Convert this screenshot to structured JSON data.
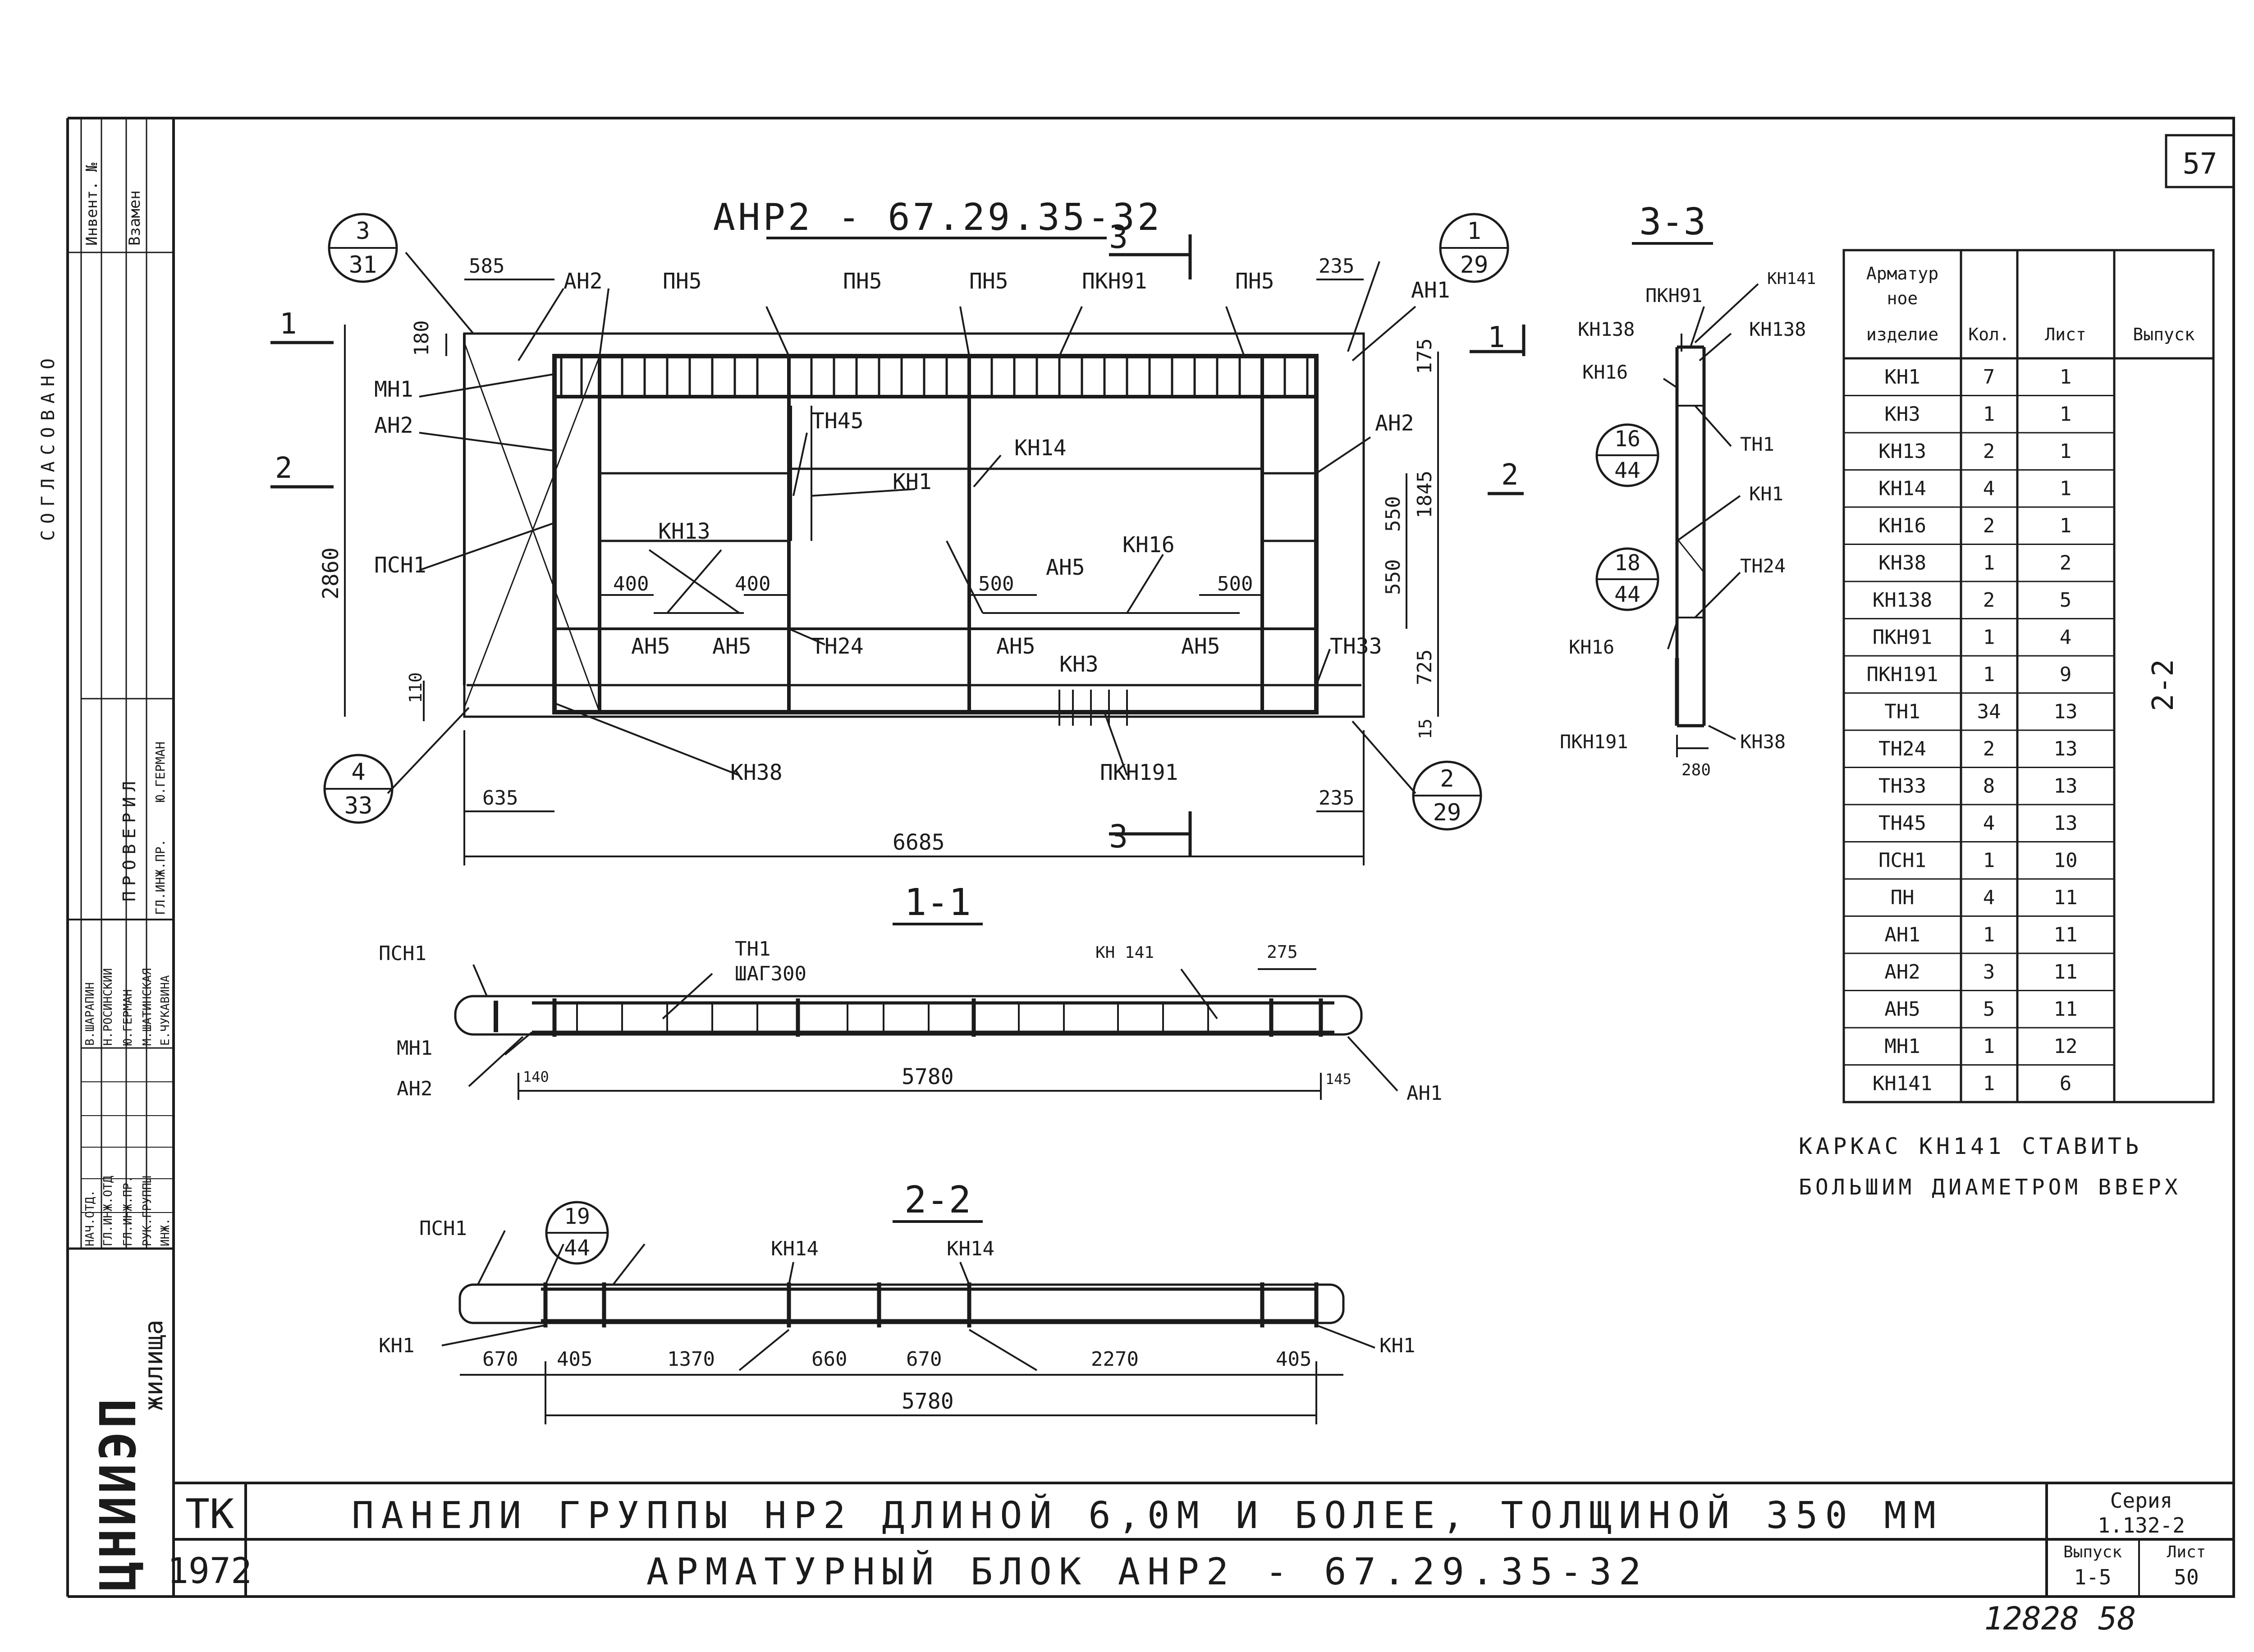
{
  "sheet": {
    "page_number": "57",
    "main_title": "АНР2 - 67.29.35-32",
    "footer_number": "12828 58",
    "side_labels": [
      "ЦНИИЭП",
      "жилища"
    ],
    "stamp_left_block": [
      "Инвент. №",
      "Взамен"
    ],
    "stamp_vertical": [
      "СОГЛАСОВАНО"
    ],
    "stamp_roles": [
      "НАЧ.ОТД.",
      "ГЛ.ИНЖ.ОТД",
      "ГЛ.ИНЖ.ПР.",
      "РУК.ГРУППЫ",
      "ИНЖ."
    ],
    "stamp_names": [
      "В.ШАРАПИН",
      "Н.РОСИНСКИЙ",
      "Ю.ГЕРМАН",
      "М.ШАТИНСКАЯ",
      "Е.ЧУКАВИНА"
    ],
    "stamp_checked": [
      "ПРОВЕРИЛ",
      "ГЛ.ИНЖ.ПР.",
      "Ю.ГЕРМАН"
    ]
  },
  "title_block": {
    "tk": "ТК",
    "year": "1972",
    "line1": "ПАНЕЛИ ГРУППЫ НР2 ДЛИНОЙ 6,0М И БОЛЕЕ, ТОЛЩИНОЙ 350 ММ",
    "line2": "АРМАТУРНЫЙ БЛОК АНР2 - 67.29.35-32",
    "series_label": "Серия",
    "series_value": "1.132-2",
    "issue_label": "Выпуск",
    "issue_value": "1-5",
    "sheet_label": "Лист",
    "sheet_value": "50"
  },
  "main_view": {
    "callouts": {
      "c1": {
        "top": "3",
        "bottom": "31"
      },
      "c2": {
        "top": "1",
        "bottom": "29"
      },
      "c3": {
        "top": "4",
        "bottom": "33"
      },
      "c4": {
        "top": "2",
        "bottom": "29"
      }
    },
    "labels": {
      "ah2_top": "АН2",
      "pn5_a": "ПН5",
      "pn5_b": "ПН5",
      "pn5_c": "ПН5",
      "pn5_d": "ПН5",
      "pkn91": "ПКН91",
      "ah1": "АН1",
      "mh1": "МН1",
      "ah2_left": "АН2",
      "pch1": "ПСН1",
      "th45": "ТН45",
      "kh14": "КН14",
      "kh1": "КН1",
      "kh13": "КН13",
      "kh16": "КН16",
      "ah2_right": "АН2",
      "ah5_a": "АН5",
      "ah5_b": "АН5",
      "ah5_c": "АН5",
      "ah5_d": "АН5",
      "th24": "ТН24",
      "kh3": "КН3",
      "th33": "ТН33",
      "kh38": "КН38",
      "pkn191": "ПКН191",
      "sec1_top": "1",
      "sec1_bot": "1",
      "sec2_top": "2",
      "sec2_right": "2",
      "sec3_top": "3",
      "sec3_bot": "3"
    },
    "dims": {
      "d585": "585",
      "d235a": "235",
      "d180": "180",
      "d175": "175",
      "d2860": "2860",
      "d550a": "550",
      "d550b": "550",
      "d1845": "1845",
      "d400a": "400",
      "d400b": "400",
      "d500a": "500",
      "d500b": "500",
      "d725": "725",
      "d110": "110",
      "d15": "15",
      "d635": "635",
      "d235b": "235",
      "d6685": "6685"
    }
  },
  "section_3_3": {
    "title": "3-3",
    "callouts": {
      "c1": {
        "top": "16",
        "bottom": "44"
      },
      "c2": {
        "top": "18",
        "bottom": "44"
      }
    },
    "labels": {
      "pkn91": "ПКН91",
      "kh141": "КН141",
      "kh138a": "КН138",
      "kh138b": "КН138",
      "kh16a": "КН16",
      "th1": "ТН1",
      "kh1": "КН1",
      "th24": "ТН24",
      "kh16b": "КН16",
      "pkn191": "ПКН191",
      "kh38": "КН38",
      "d280": "280"
    }
  },
  "section_1_1": {
    "title": "1-1",
    "labels": {
      "pch1": "ПСН1",
      "th1": "ТН1",
      "step": "ШАГ300",
      "kh141": "КН 141",
      "d275": "275",
      "mh1": "МН1",
      "ah2": "АН2",
      "d140": "140",
      "d5780": "5780",
      "d145": "145",
      "ah1": "АН1"
    }
  },
  "section_2_2": {
    "title": "2-2",
    "callout": {
      "top": "19",
      "bottom": "44"
    },
    "labels": {
      "pch1": "ПСН1",
      "kh14a": "КН14",
      "kh14b": "КН14",
      "kh1a": "КН1",
      "kh1b": "КН1",
      "d670a": "670",
      "d405a": "405",
      "d1370": "1370",
      "d660": "660",
      "d670b": "670",
      "d2270": "2270",
      "d405b": "405",
      "d5780": "5780"
    }
  },
  "spec_table": {
    "headers": [
      "Арматурное изделие",
      "Кол.",
      "Лист",
      "Выпуск"
    ],
    "issue_value": "2-2",
    "rows": [
      [
        "КН1",
        "7",
        "1"
      ],
      [
        "КН3",
        "1",
        "1"
      ],
      [
        "КН13",
        "2",
        "1"
      ],
      [
        "КН14",
        "4",
        "1"
      ],
      [
        "КН16",
        "2",
        "1"
      ],
      [
        "КН38",
        "1",
        "2"
      ],
      [
        "КН138",
        "2",
        "5"
      ],
      [
        "ПКН91",
        "1",
        "4"
      ],
      [
        "ПКН191",
        "1",
        "9"
      ],
      [
        "ТН1",
        "34",
        "13"
      ],
      [
        "ТН24",
        "2",
        "13"
      ],
      [
        "ТН33",
        "8",
        "13"
      ],
      [
        "ТН45",
        "4",
        "13"
      ],
      [
        "ПСН1",
        "1",
        "10"
      ],
      [
        "ПН",
        "4",
        "11"
      ],
      [
        "АН1",
        "1",
        "11"
      ],
      [
        "АН2",
        "3",
        "11"
      ],
      [
        "АН5",
        "5",
        "11"
      ],
      [
        "МН1",
        "1",
        "12"
      ],
      [
        "КН141",
        "1",
        "6"
      ]
    ]
  },
  "note": {
    "line1": "КАРКАС КН141 СТАВИТЬ",
    "line2": "БОЛЬШИМ ДИАМЕТРОМ ВВЕРХ"
  }
}
